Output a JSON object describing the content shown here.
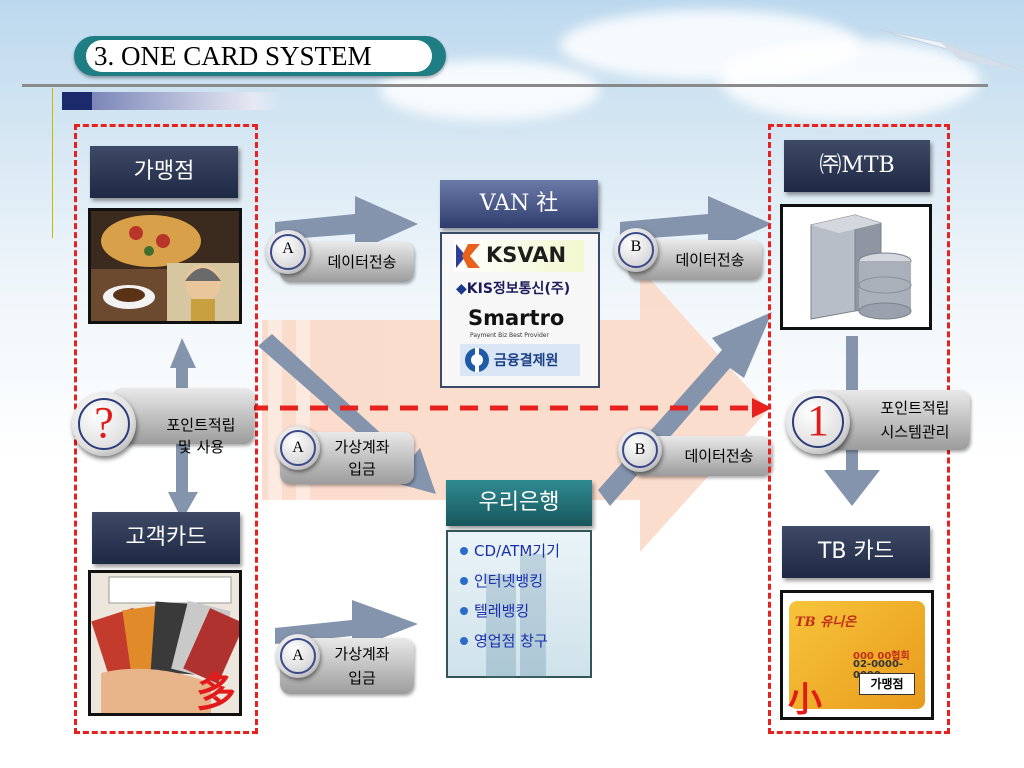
{
  "title": "3. ONE CARD SYSTEM",
  "left": {
    "merchant_label": "가맹점",
    "card_label": "고객카드",
    "points_badge": "?",
    "points_text": "포인트적립\n및 사용",
    "card_char": "多"
  },
  "van": {
    "header": "VAN 社",
    "logos": [
      "KSVAN",
      "KIS정보통신(주)",
      "Smartro",
      "Payment Biz Best Provider",
      "금융결제원"
    ]
  },
  "bank": {
    "header": "우리은행",
    "items": [
      "CD/ATM기기",
      "인터넷뱅킹",
      "텔레뱅킹",
      "영업점 창구"
    ]
  },
  "right": {
    "company_label": "㈜MTB",
    "card_label": "TB 카드",
    "system_badge": "1",
    "system_text": "포인트적립\n시스템관리",
    "card_char": "小",
    "tbcard": {
      "brand": "TB 유니온",
      "number": "000 00협회",
      "phone": "02-0000-0000",
      "merchant": "가맹점"
    }
  },
  "flows": {
    "a1": {
      "badge": "A",
      "text": "데이터전송"
    },
    "b1": {
      "badge": "B",
      "text": "데이터전송"
    },
    "a2": {
      "badge": "A",
      "text": "가상계좌\n입금"
    },
    "b2": {
      "badge": "B",
      "text": "데이터전송"
    },
    "a3": {
      "badge": "A",
      "text": "가상계좌\n입금"
    }
  },
  "colors": {
    "teal": "#1f7d84",
    "navy": "#1b2a6b",
    "dash_red": "#e8201e",
    "label_dark": "#1e2a44",
    "arrow_gray": "#8494ad",
    "big_arrow": "#fbd9c8",
    "bank_item_text": "#1a2fb0"
  }
}
